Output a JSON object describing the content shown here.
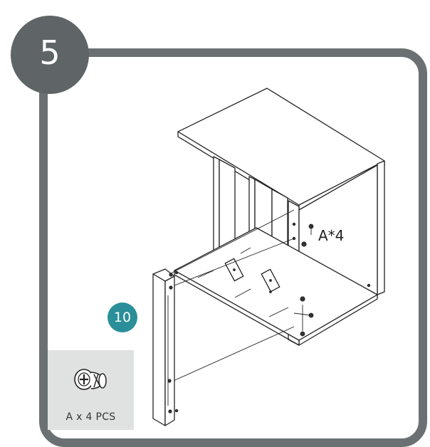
{
  "step": {
    "number": "5"
  },
  "part": {
    "number": "10"
  },
  "hardware": {
    "callout": "A*4",
    "label": "A x 4 PCS",
    "icon": "cam-lock-fitting-icon"
  },
  "colors": {
    "frame": "#6b7172",
    "step_circle": "#5f6566",
    "part_badge": "#2a8f98",
    "hardware_box": "#e0e1e1"
  }
}
